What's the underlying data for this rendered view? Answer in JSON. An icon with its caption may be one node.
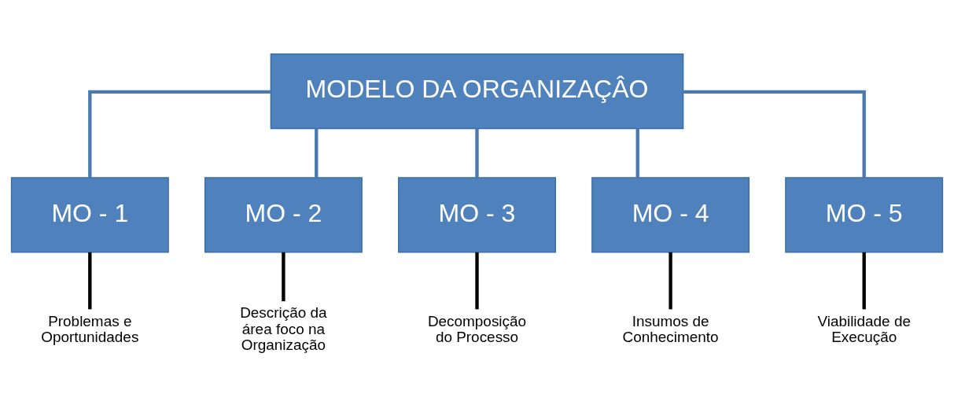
{
  "diagram": {
    "nodes": [
      {
        "text": [
          "MODELO DA ORGANIZAÇÂO"
        ]
      },
      {
        "text": [
          "MO - 1"
        ]
      },
      {
        "text": [
          "MO - 2"
        ]
      },
      {
        "text": [
          "MO - 3"
        ]
      },
      {
        "text": [
          "MO - 4"
        ]
      },
      {
        "text": [
          "MO - 5"
        ]
      },
      {
        "text": [
          "Problemas e Oportunidades"
        ]
      },
      {
        "text": [
          "Descrição da área foco na Organização"
        ]
      },
      {
        "text": [
          "Decomposição do Processo"
        ]
      },
      {
        "text": [
          "Insumos de Conhecimento"
        ]
      },
      {
        "text": [
          "Viabilidade de Execução"
        ]
      }
    ],
    "edges": [
      {
        "from": 0,
        "to": 1,
        "arrow": "none"
      },
      {
        "from": 0,
        "to": 2,
        "arrow": "none"
      },
      {
        "from": 0,
        "to": 3,
        "arrow": "none"
      },
      {
        "from": 0,
        "to": 4,
        "arrow": "none"
      },
      {
        "from": 0,
        "to": 5,
        "arrow": "none"
      },
      {
        "from": 1,
        "to": 6,
        "arrow": "none",
        "color": "#000000"
      },
      {
        "from": 2,
        "to": 7,
        "arrow": "none",
        "color": "#000000"
      },
      {
        "from": 3,
        "to": 8,
        "arrow": "none",
        "color": "#000000"
      },
      {
        "from": 4,
        "to": 9,
        "arrow": "none",
        "color": "#000000"
      },
      {
        "from": 5,
        "to": 10,
        "arrow": "none",
        "color": "#000000"
      }
    ]
  }
}
